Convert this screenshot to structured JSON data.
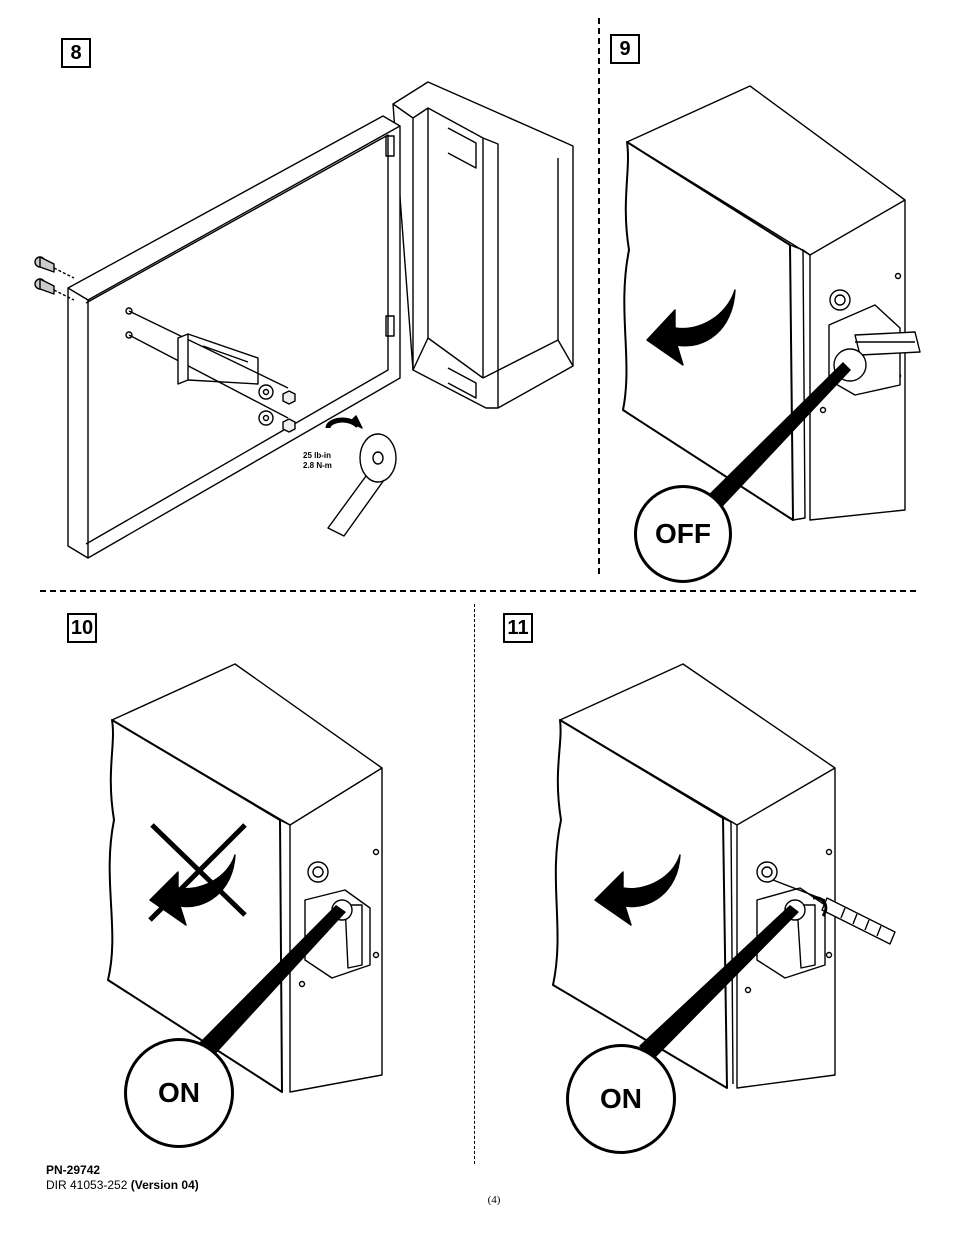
{
  "steps": {
    "s8": {
      "number": "8",
      "torque_line1": "25 lb-in",
      "torque_line2": "2.8 N-m"
    },
    "s9": {
      "number": "9",
      "state": "OFF"
    },
    "s10": {
      "number": "10",
      "state": "ON"
    },
    "s11": {
      "number": "11",
      "state": "ON"
    }
  },
  "footer": {
    "part_number": "PN-29742",
    "doc_ref": "DIR 41053-252",
    "version": "(Version 04)"
  },
  "page_number": "(4)"
}
